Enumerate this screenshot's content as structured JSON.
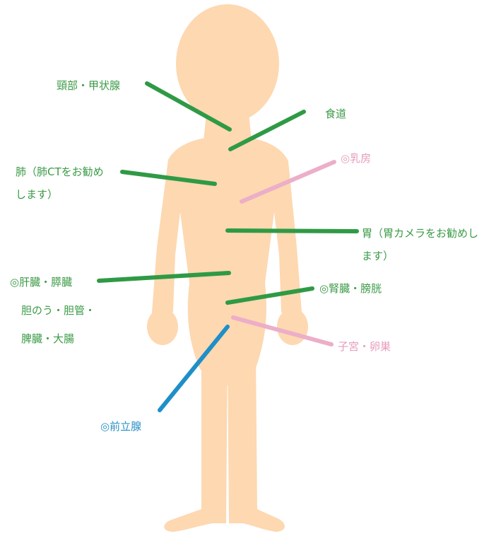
{
  "colors": {
    "body": "#fdd8b1",
    "green": "#2f9a45",
    "green_text": "#3a9a45",
    "pink": "#ecaec8",
    "pink_text": "#e69bba",
    "blue": "#1e8fc8",
    "blue_text": "#2a8fc4"
  },
  "labels": {
    "neck_thyroid": "頸部・甲状腺",
    "esophagus": "食道",
    "lung_line1": "肺（肺CTをお勧め",
    "lung_line2": "します）",
    "breast": "◎乳房",
    "stomach_line1": "胃（胃カメラをお勧めし",
    "stomach_line2": "ます）",
    "liver_line1": "◎肝臓・膵臓",
    "liver_line2": "胆のう・胆管・",
    "liver_line3": "脾臓・大腸",
    "kidney": "◎腎臓・膀胱",
    "uterus": "子宮・卵巣",
    "prostate": "◎前立腺"
  }
}
